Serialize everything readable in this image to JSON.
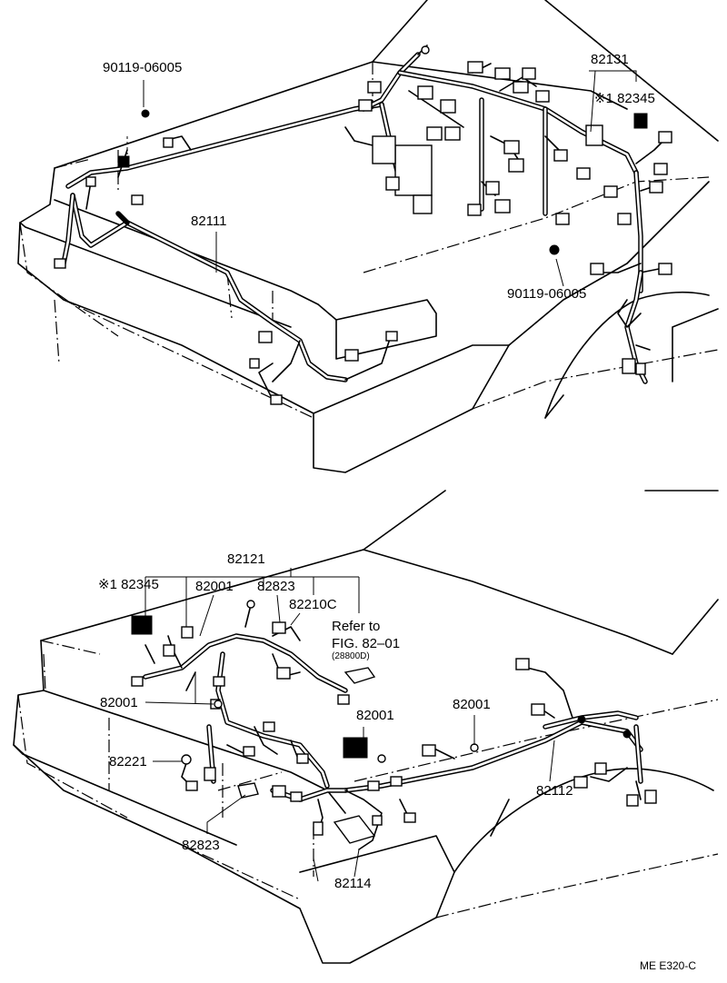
{
  "top_view": {
    "labels": {
      "bolt_left": "90119-06005",
      "harness_main": "82111",
      "harness_right": "82131",
      "switch_right": "※1 82345",
      "bolt_right": "90119-06005"
    }
  },
  "bottom_view": {
    "labels": {
      "harness_group": "82121",
      "switch_left": "※1 82345",
      "clamp_top": "82001",
      "sensor_top": "82823",
      "relay": "82210C",
      "refer_line1": "Refer to",
      "refer_line2": "FIG. 82–01",
      "refer_line3": "(28800D)",
      "clamp_left": "82001",
      "clamp_mid": "82001",
      "clamp_right": "82001",
      "harness_left": "82221",
      "harness_right": "82112",
      "sensor_bottom": "82823",
      "harness_bottom": "82114"
    }
  },
  "footer": {
    "code": "ME E320-C"
  }
}
